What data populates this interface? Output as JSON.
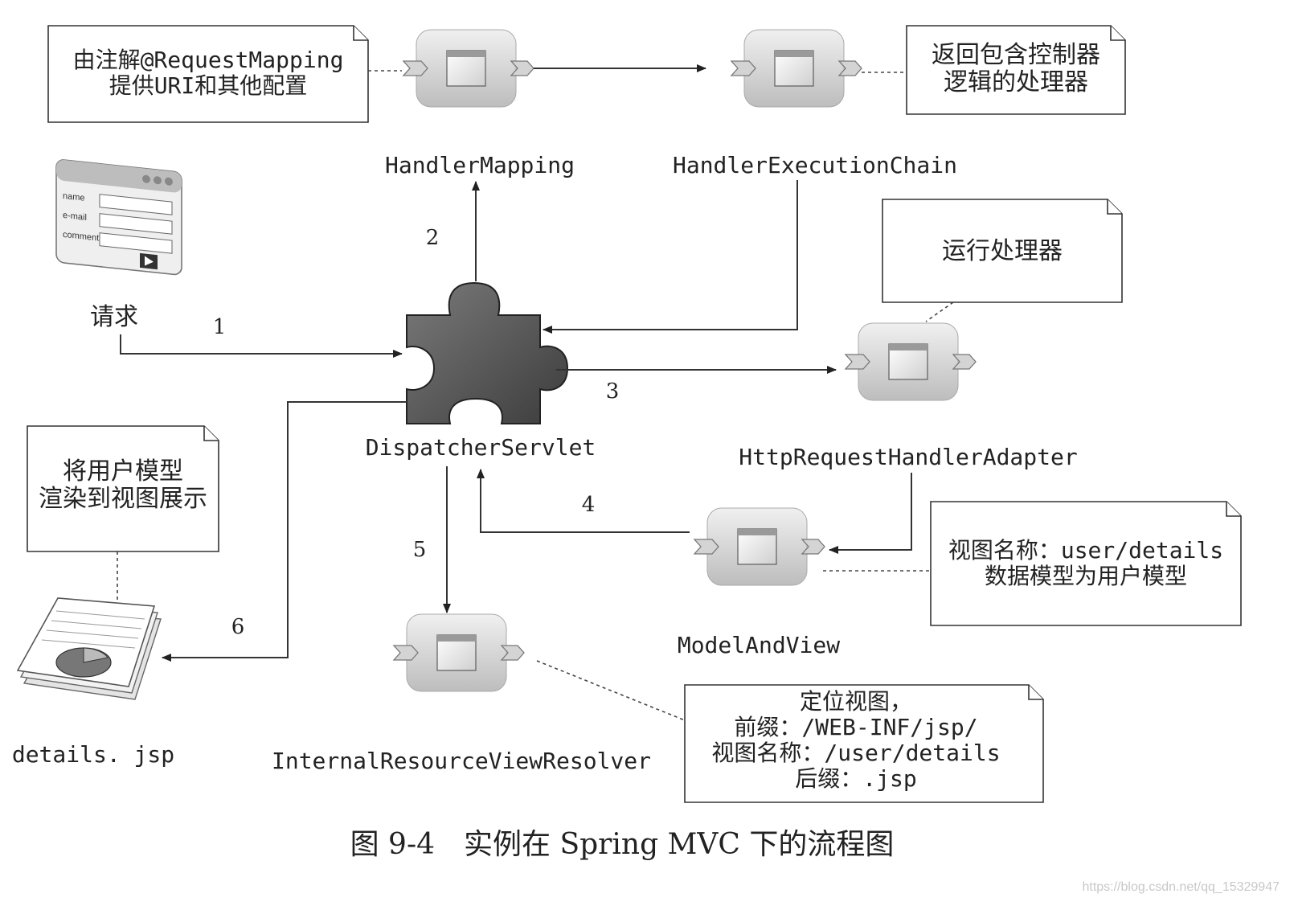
{
  "components": {
    "handler_mapping": "HandlerMapping",
    "handler_execution_chain": "HandlerExecutionChain",
    "dispatcher_servlet": "DispatcherServlet",
    "http_request_handler_adapter": "HttpRequestHandlerAdapter",
    "model_and_view": "ModelAndView",
    "internal_resource_view_resolver": "InternalResourceViewResolver",
    "details_jsp": "details. jsp",
    "request": "请求"
  },
  "form_fields": {
    "name": "name",
    "email": "e-mail",
    "comments": "comments"
  },
  "notes": {
    "request_mapping": [
      "由注解@RequestMapping",
      "提供URI和其他配置"
    ],
    "return_handler": [
      "返回包含控制器",
      "逻辑的处理器"
    ],
    "run_handler": [
      "运行处理器"
    ],
    "view_name": [
      "视图名称：user/details",
      "数据模型为用户模型"
    ],
    "render_view": [
      "将用户模型",
      "渲染到视图展示"
    ],
    "locate_view": [
      "定位视图，",
      "前缀：/WEB-INF/jsp/",
      "视图名称：/user/details",
      "后缀：.jsp"
    ]
  },
  "steps": {
    "s1": "1",
    "s2": "2",
    "s3": "3",
    "s4": "4",
    "s5": "5",
    "s6": "6"
  },
  "caption": "图 9-4　实例在 Spring MVC 下的流程图",
  "watermark": "https://blog.csdn.net/qq_15329947",
  "colors": {
    "puzzle": "#5c5c5c",
    "chip": "#d9d9d9",
    "line": "#333333"
  }
}
